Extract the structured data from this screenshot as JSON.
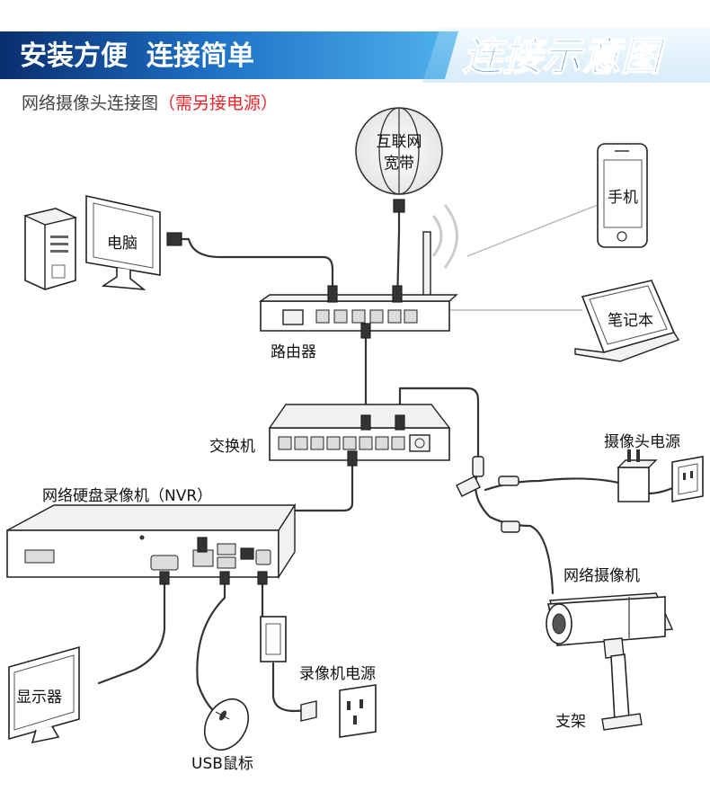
{
  "header": {
    "left_title": "安装方便  连接简单",
    "right_title": "连接示意图",
    "gradient_start": "#0a2e6e",
    "gradient_end": "#4fb3ec"
  },
  "subtitle": {
    "main": "网络摄像头连接图",
    "note": "（需另接电源）",
    "note_color": "#e8262a"
  },
  "labels": {
    "internet": [
      "互联网",
      "宽带"
    ],
    "computer": "电脑",
    "phone": "手机",
    "router": "路由器",
    "laptop": "笔记本",
    "switch": "交换机",
    "camera_power": "摄像头电源",
    "nvr": "网络硬盘录像机（NVR）",
    "ip_camera": "网络摄像机",
    "recorder_power": "录像机电源",
    "monitor": "显示器",
    "bracket": "支架",
    "usb_mouse": "USB鼠标"
  },
  "icons": [
    "internet-globe-icon",
    "computer-tower-icon",
    "computer-monitor-icon",
    "phone-icon",
    "router-icon",
    "laptop-icon",
    "switch-icon",
    "power-adapter-icon",
    "wall-outlet-icon",
    "nvr-icon",
    "display-monitor-icon",
    "mouse-icon",
    "ip-camera-icon",
    "bracket-icon"
  ]
}
